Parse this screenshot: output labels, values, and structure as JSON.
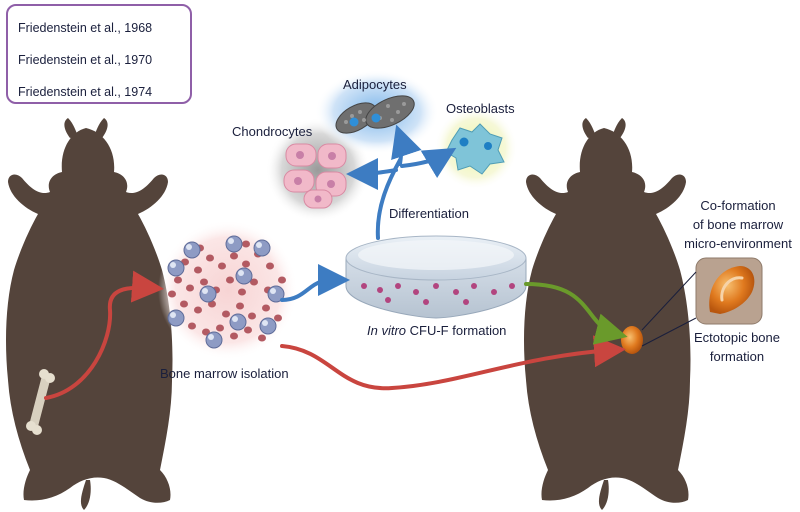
{
  "legend": {
    "entries": [
      {
        "label": "Friedenstein et al., 1968",
        "color": "#c9453f"
      },
      {
        "label": "Friedenstein et al., 1970",
        "color": "#3d7cc2"
      },
      {
        "label": "Friedenstein et al., 1974",
        "color": "#6a9a2b"
      }
    ],
    "border_color": "#8f5fa8"
  },
  "labels": {
    "adipocytes": "Adipocytes",
    "osteoblasts": "Osteoblasts",
    "chondrocytes": "Chondrocytes",
    "differentiation": "Differentiation",
    "in_vitro": "In vitro",
    "cfu_f_formation": " CFU-F formation",
    "bone_marrow_isolation": "Bone marrow isolation",
    "coformation_line1": "Co-formation",
    "coformation_line2": "of bone marrow",
    "coformation_line3": "micro-environment",
    "ectotopic_line1": "Ectotopic bone",
    "ectotopic_line2": "formation"
  },
  "colors": {
    "mouse": "#54443b",
    "text": "#1a1f3c",
    "arrow_1968": "#c9453f",
    "arrow_1970": "#3d7cc2",
    "arrow_1974": "#6a9a2b"
  }
}
